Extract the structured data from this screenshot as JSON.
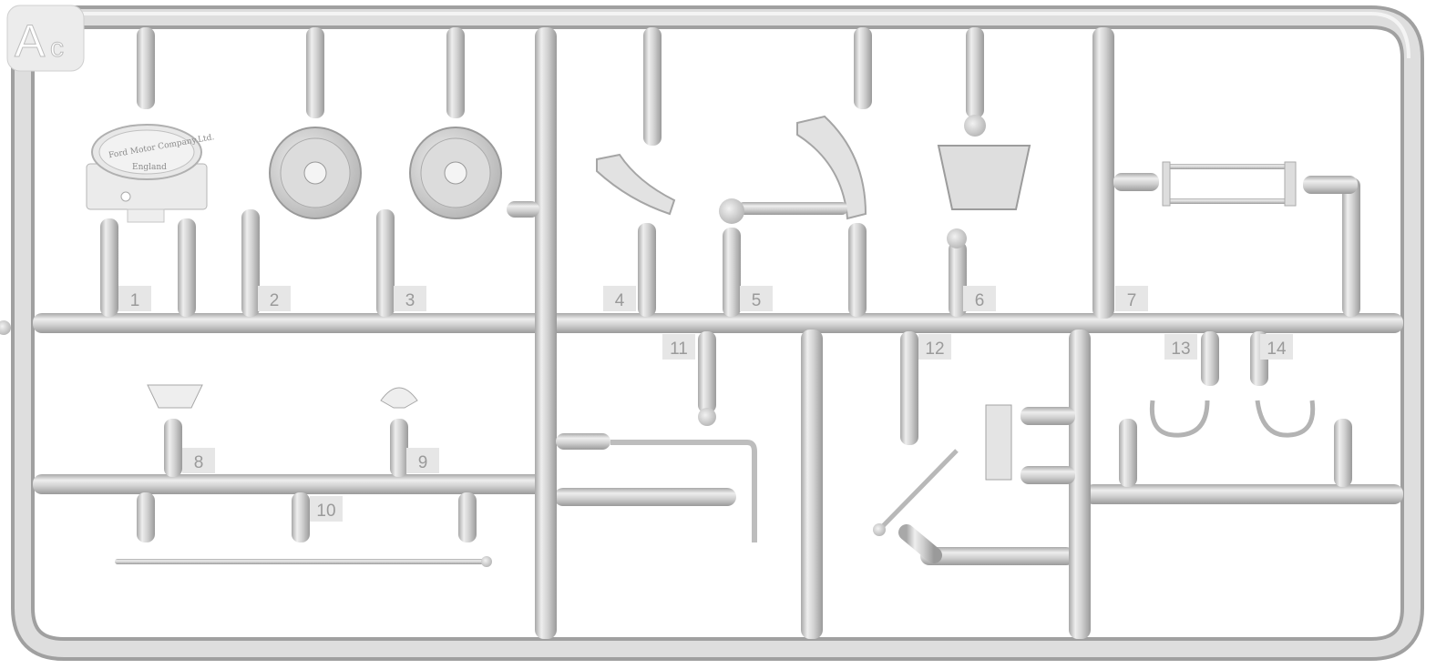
{
  "sprue": {
    "label_big": "A",
    "label_small": "c",
    "plate_text_top": "Ford Motor Company.Ltd.",
    "plate_text_bottom": "England",
    "part_numbers": [
      "1",
      "2",
      "3",
      "4",
      "5",
      "6",
      "7",
      "8",
      "9",
      "10",
      "11",
      "12",
      "13",
      "14"
    ]
  },
  "colors": {
    "plastic": "#d4d4d4",
    "shadow": "#9e9e9e",
    "highlight": "#f0f0f0"
  }
}
